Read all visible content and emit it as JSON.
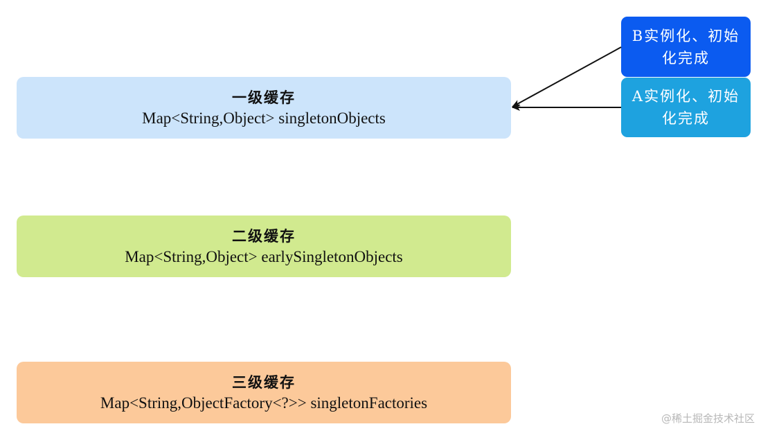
{
  "caches": [
    {
      "title": "一级缓存",
      "code": "Map<String,Object> singletonObjects"
    },
    {
      "title": "二级缓存",
      "code": "Map<String,Object> earlySingletonObjects"
    },
    {
      "title": "三级缓存",
      "code": "Map<String,ObjectFactory<?>> singletonFactories"
    }
  ],
  "states": {
    "b": "B实例化、初始化完成",
    "a": "A实例化、初始化完成"
  },
  "watermark": "@稀土掘金技术社区",
  "colors": {
    "level1": "#cce4fb",
    "level2": "#d1ea8f",
    "level3": "#fcc99a",
    "state_b": "#0b5bf0",
    "state_a": "#1ea2df"
  }
}
